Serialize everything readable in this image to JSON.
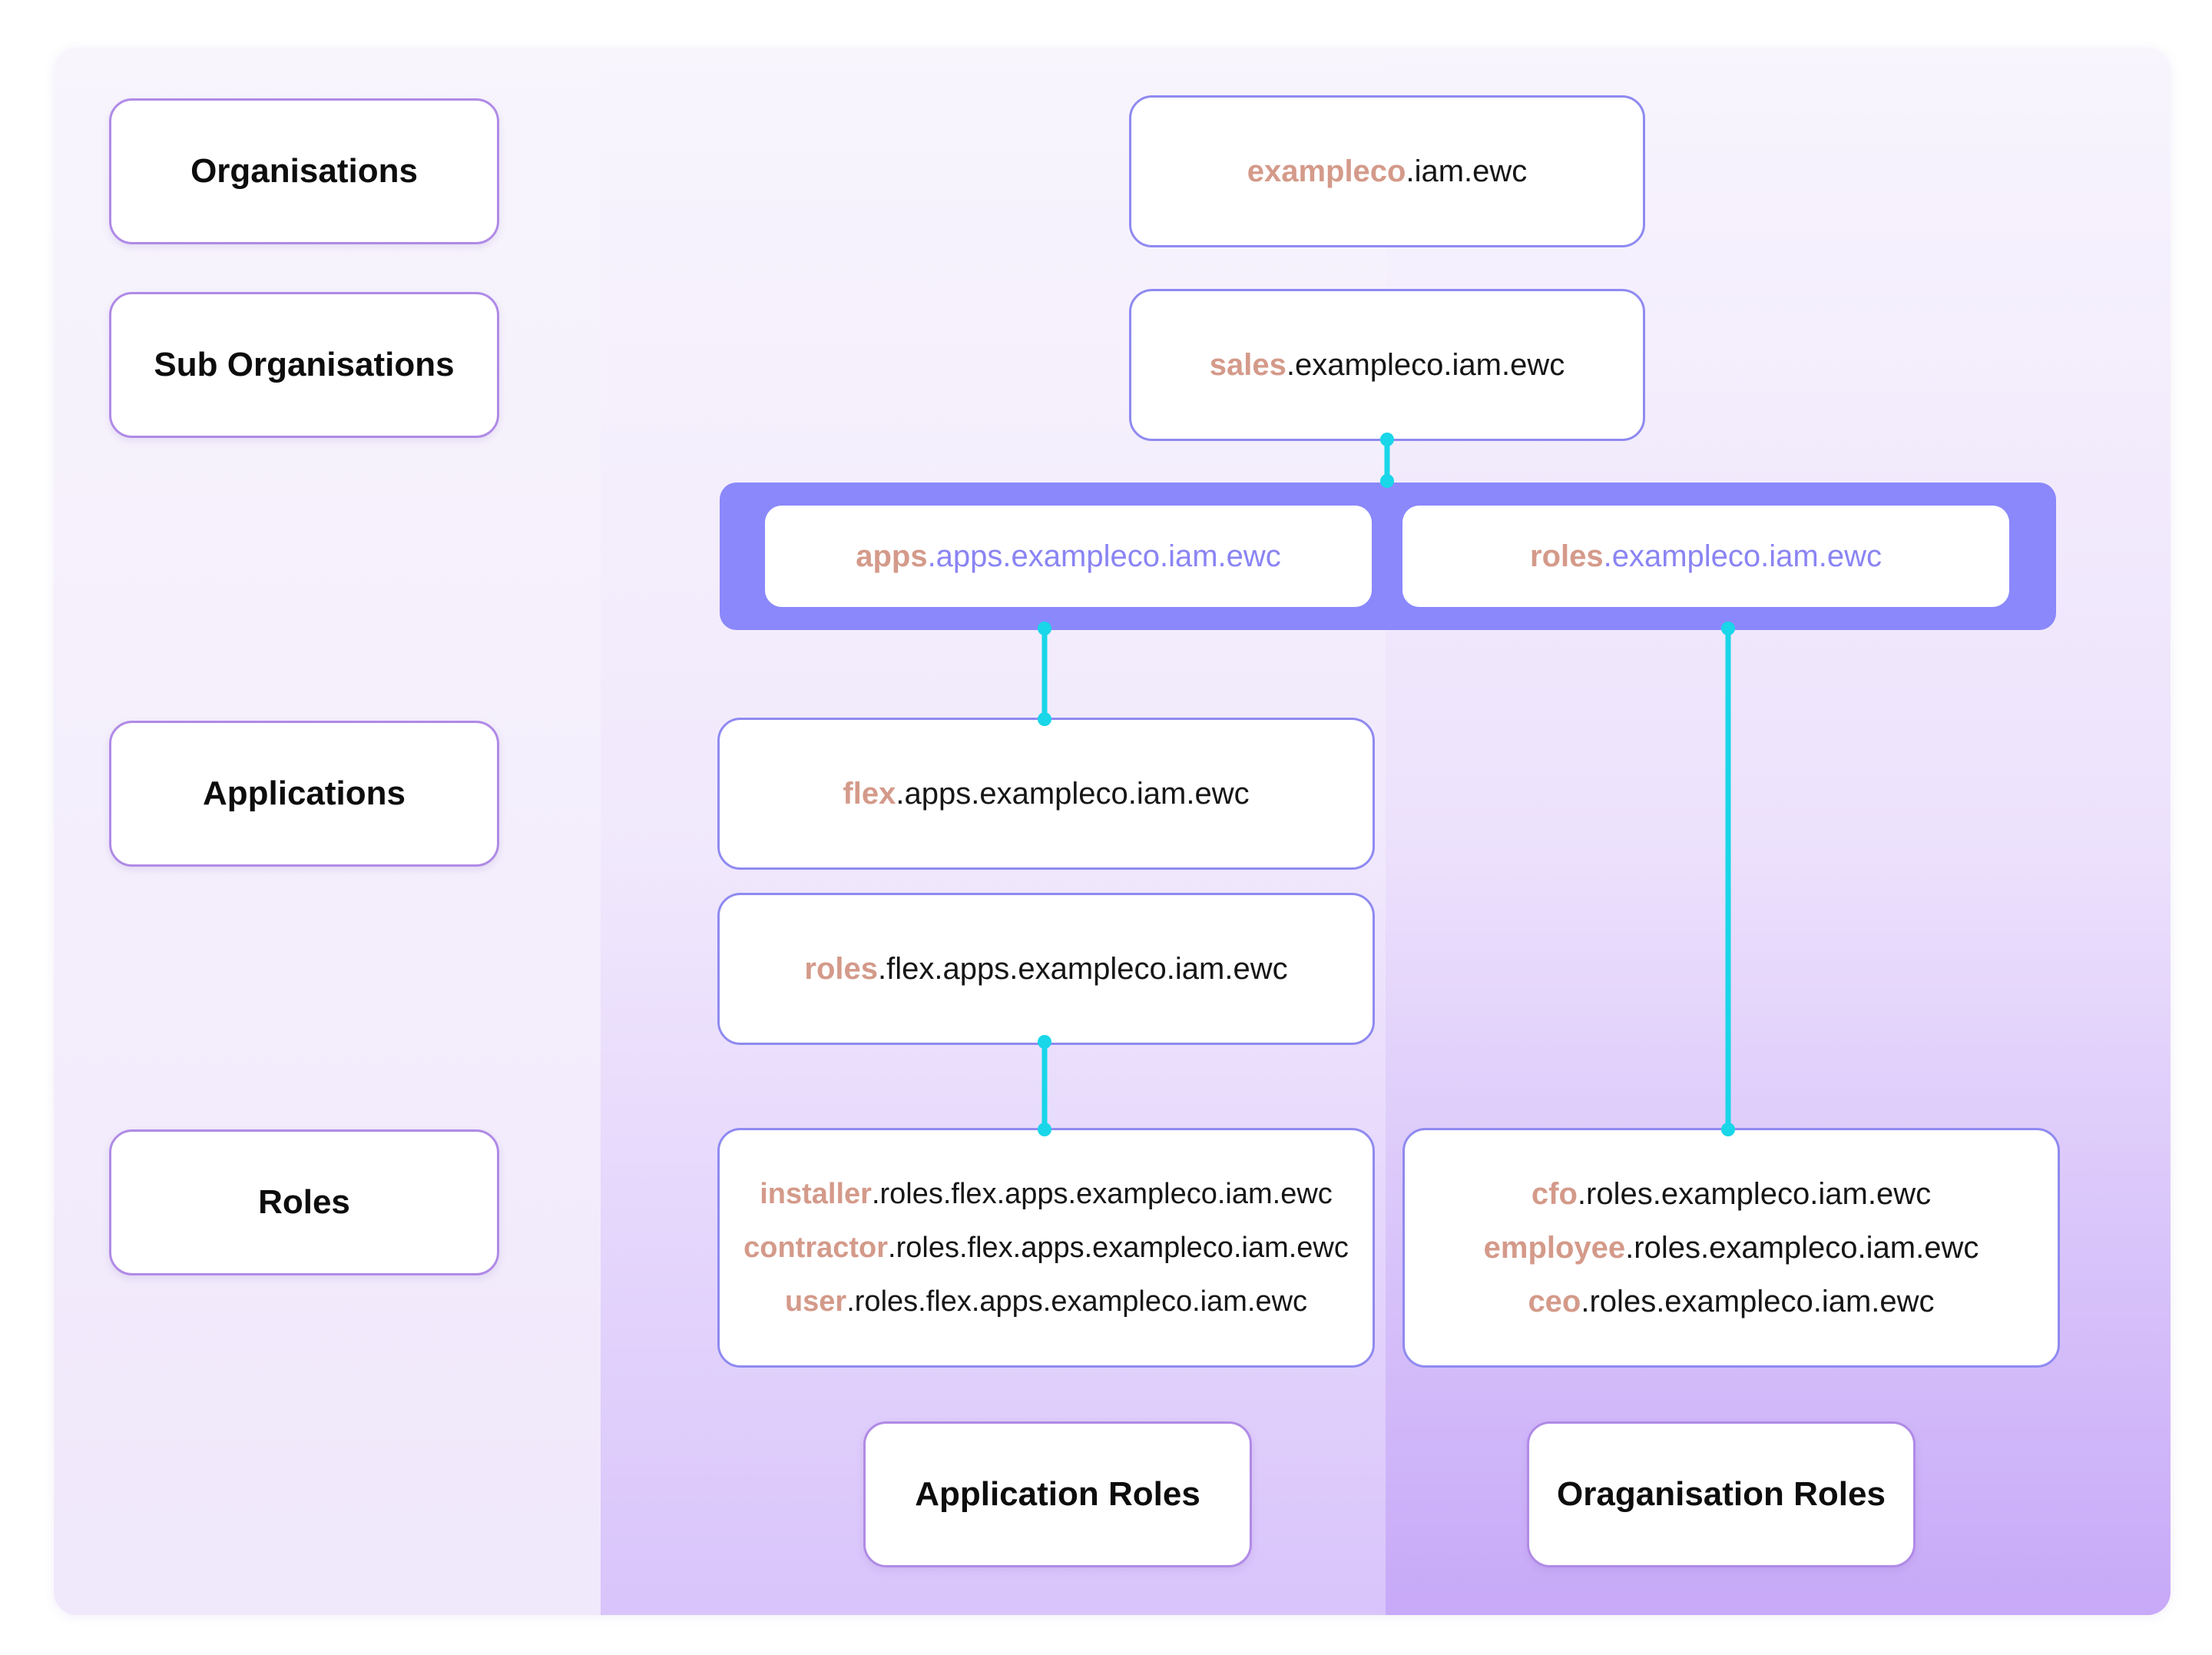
{
  "levels": {
    "organisations": "Organisations",
    "sub_organisations": "Sub Organisations",
    "applications": "Applications",
    "roles": "Roles"
  },
  "categories": {
    "application_roles": "Application Roles",
    "organisation_roles": "Oraganisation Roles"
  },
  "domains": {
    "org": {
      "prefix": "exampleco",
      "suffix": ".iam.ewc"
    },
    "sub_org": {
      "prefix": "sales",
      "suffix": ".exampleco.iam.ewc"
    },
    "apps_ns": {
      "prefix": "apps",
      "suffix": ".apps.exampleco.iam.ewc"
    },
    "roles_ns": {
      "prefix": "roles",
      "suffix": ".exampleco.iam.ewc"
    },
    "app": {
      "prefix": "flex",
      "suffix": ".apps.exampleco.iam.ewc"
    },
    "app_roles_ns": {
      "prefix": "roles",
      "suffix": ".flex.apps.exampleco.iam.ewc"
    }
  },
  "app_roles": [
    {
      "prefix": "installer",
      "suffix": ".roles.flex.apps.exampleco.iam.ewc"
    },
    {
      "prefix": "contractor",
      "suffix": ".roles.flex.apps.exampleco.iam.ewc"
    },
    {
      "prefix": "user",
      "suffix": ".roles.flex.apps.exampleco.iam.ewc"
    }
  ],
  "org_roles": [
    {
      "prefix": "cfo",
      "suffix": ".roles.exampleco.iam.ewc"
    },
    {
      "prefix": "employee",
      "suffix": ".roles.exampleco.iam.ewc"
    },
    {
      "prefix": "ceo",
      "suffix": ".roles.exampleco.iam.ewc"
    }
  ],
  "colors": {
    "prefix": "#d49a8a",
    "namespace_band": "#8a88fb",
    "connector": "#19d6e8",
    "box_border": "#9b7ee8"
  }
}
